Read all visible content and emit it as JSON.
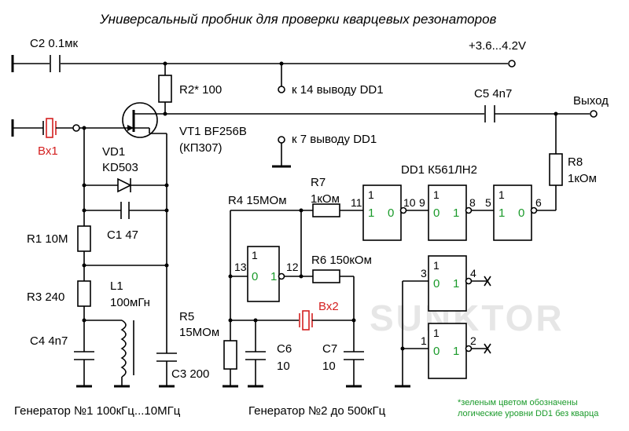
{
  "title": "Универсальный пробник для проверки кварцевых резонаторов",
  "watermark": "SUNKTOR",
  "supply": "+3.6...4.2V",
  "components": {
    "c2": "C2 0.1мк",
    "r2": "R2* 100",
    "pin14": "к 14 выводу DD1",
    "c5": "C5 4n7",
    "out": "Выход",
    "vt1_a": "VT1 BF256B",
    "vt1_b": "(КП307)",
    "pin7": "к 7 выводу DD1",
    "in1": "Вх1",
    "vd1_a": "VD1",
    "vd1_b": "KD503",
    "c1": "C1 47",
    "r1": "R1 10M",
    "r3": "R3 240",
    "l1_a": "L1",
    "l1_b": "100мГн",
    "c4": "C4 4n7",
    "c3": "C3 200",
    "r8_a": "R8",
    "r8_b": "1кОм",
    "dd1": "DD1 К561ЛН2",
    "r4": "R4 15MОм",
    "r7_a": "R7",
    "r7_b": "1кОм",
    "r6": "R6 150кОм",
    "r5_a": "R5",
    "r5_b": "15MОм",
    "c6_a": "C6",
    "c6_b": "10",
    "c7_a": "C7",
    "c7_b": "10",
    "in2": "Вх2"
  },
  "gate": {
    "symbol": "1",
    "in_level": "0",
    "out_level": "1"
  },
  "pins": {
    "p1": "1",
    "p2": "2",
    "p3": "3",
    "p4": "4",
    "p5": "5",
    "p6": "6",
    "p8": "8",
    "p9": "9",
    "p10": "10",
    "p11": "11",
    "p12": "12",
    "p13": "13"
  },
  "captions": {
    "gen1": "Генератор №1 100кГц...10МГц",
    "gen2": "Генератор №2 до 500кГц",
    "note_line1": "*зеленым цветом обозначены",
    "note_line2": "логические уровни DD1 без кварца"
  },
  "colors": {
    "accent_red": "#d42020",
    "logic_green": "#1a9a2a"
  }
}
